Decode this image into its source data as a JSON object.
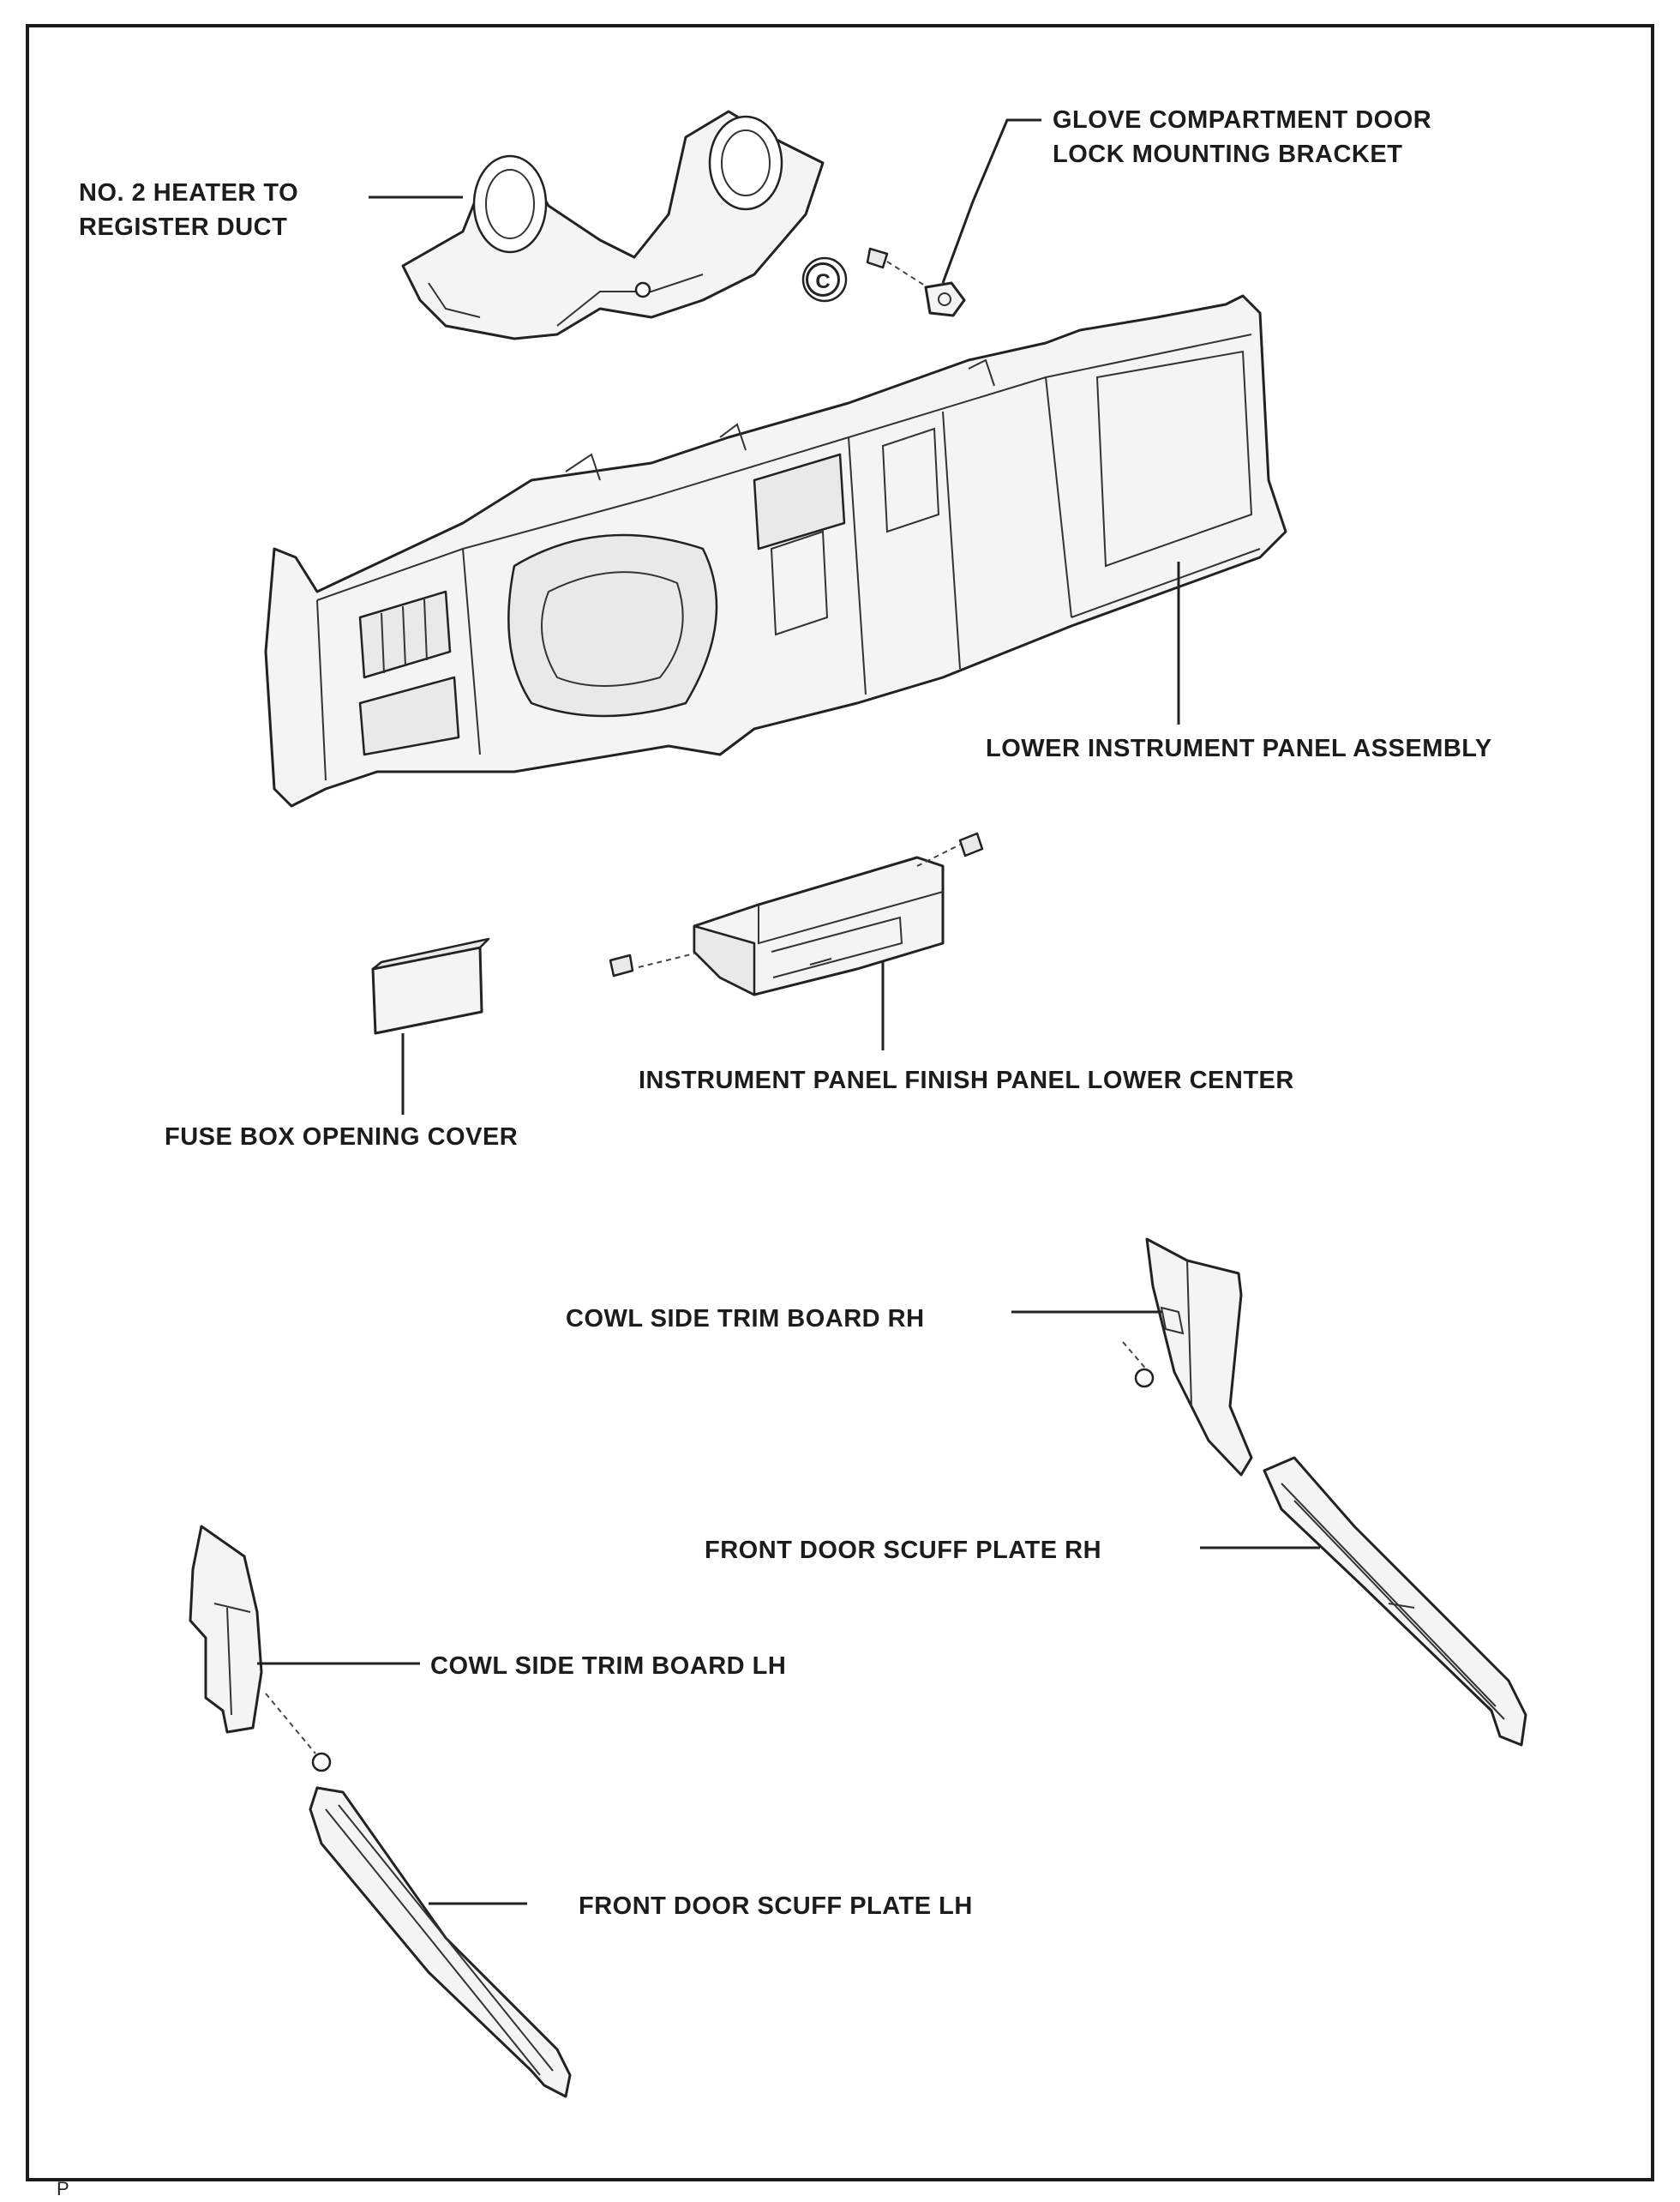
{
  "labels": {
    "heater_duct": [
      "NO. 2 HEATER TO",
      "REGISTER DUCT"
    ],
    "glove_bracket": [
      "GLOVE COMPARTMENT DOOR",
      "LOCK MOUNTING BRACKET"
    ],
    "lower_panel": "LOWER INSTRUMENT PANEL ASSEMBLY",
    "finish_panel": "INSTRUMENT PANEL FINISH PANEL LOWER CENTER",
    "fuse_cover": "FUSE BOX OPENING COVER",
    "cowl_rh": "COWL SIDE TRIM BOARD RH",
    "scuff_rh": "FRONT DOOR SCUFF PLATE RH",
    "cowl_lh": "COWL SIDE TRIM BOARD LH",
    "scuff_lh": "FRONT DOOR SCUFF PLATE LH",
    "clip_symbol": "C",
    "corner_mark": "P"
  }
}
